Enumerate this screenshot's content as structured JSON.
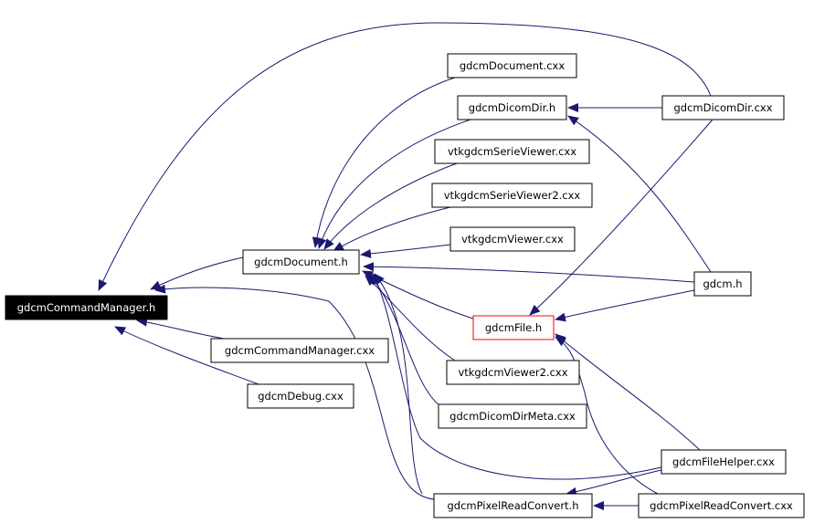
{
  "colors": {
    "background": "#ffffff",
    "node_border": "#000000",
    "node_text": "#000000",
    "root_fill": "#000000",
    "root_text": "#ffffff",
    "highlight_border": "#ff0000",
    "edge": "#191970"
  },
  "nodes": {
    "root": {
      "label": "gdcmCommandManager.h"
    },
    "document_cxx": {
      "label": "gdcmDocument.cxx"
    },
    "dicomdir_h": {
      "label": "gdcmDicomDir.h"
    },
    "dicomdir_cxx": {
      "label": "gdcmDicomDir.cxx"
    },
    "serieviewer_cxx": {
      "label": "vtkgdcmSerieViewer.cxx"
    },
    "serieviewer2_cxx": {
      "label": "vtkgdcmSerieViewer2.cxx"
    },
    "viewer_cxx": {
      "label": "vtkgdcmViewer.cxx"
    },
    "document_h": {
      "label": "gdcmDocument.h"
    },
    "gdcm_h": {
      "label": "gdcm.h"
    },
    "file_h": {
      "label": "gdcmFile.h"
    },
    "cmdmgr_cxx": {
      "label": "gdcmCommandManager.cxx"
    },
    "viewer2_cxx": {
      "label": "vtkgdcmViewer2.cxx"
    },
    "debug_cxx": {
      "label": "gdcmDebug.cxx"
    },
    "dicomdirmeta_cxx": {
      "label": "gdcmDicomDirMeta.cxx"
    },
    "filehelper_cxx": {
      "label": "gdcmFileHelper.cxx"
    },
    "pixelreadconvert_h": {
      "label": "gdcmPixelReadConvert.h"
    },
    "pixelreadconvert_cxx": {
      "label": "gdcmPixelReadConvert.cxx"
    }
  },
  "edges": [
    [
      "document_h",
      "root"
    ],
    [
      "cmdmgr_cxx",
      "root"
    ],
    [
      "debug_cxx",
      "root"
    ],
    [
      "dicomdir_cxx",
      "root"
    ],
    [
      "pixelreadconvert_h",
      "root"
    ],
    [
      "document_cxx",
      "document_h"
    ],
    [
      "dicomdir_h",
      "document_h"
    ],
    [
      "serieviewer_cxx",
      "document_h"
    ],
    [
      "serieviewer2_cxx",
      "document_h"
    ],
    [
      "viewer_cxx",
      "document_h"
    ],
    [
      "gdcm_h",
      "document_h"
    ],
    [
      "file_h",
      "document_h"
    ],
    [
      "viewer2_cxx",
      "document_h"
    ],
    [
      "dicomdirmeta_cxx",
      "document_h"
    ],
    [
      "filehelper_cxx",
      "document_h"
    ],
    [
      "pixelreadconvert_h",
      "document_h"
    ],
    [
      "dicomdir_cxx",
      "dicomdir_h"
    ],
    [
      "gdcm_h",
      "dicomdir_h"
    ],
    [
      "dicomdir_cxx",
      "file_h"
    ],
    [
      "gdcm_h",
      "file_h"
    ],
    [
      "filehelper_cxx",
      "file_h"
    ],
    [
      "pixelreadconvert_cxx",
      "file_h"
    ],
    [
      "filehelper_cxx",
      "pixelreadconvert_h"
    ],
    [
      "pixelreadconvert_cxx",
      "pixelreadconvert_h"
    ]
  ]
}
